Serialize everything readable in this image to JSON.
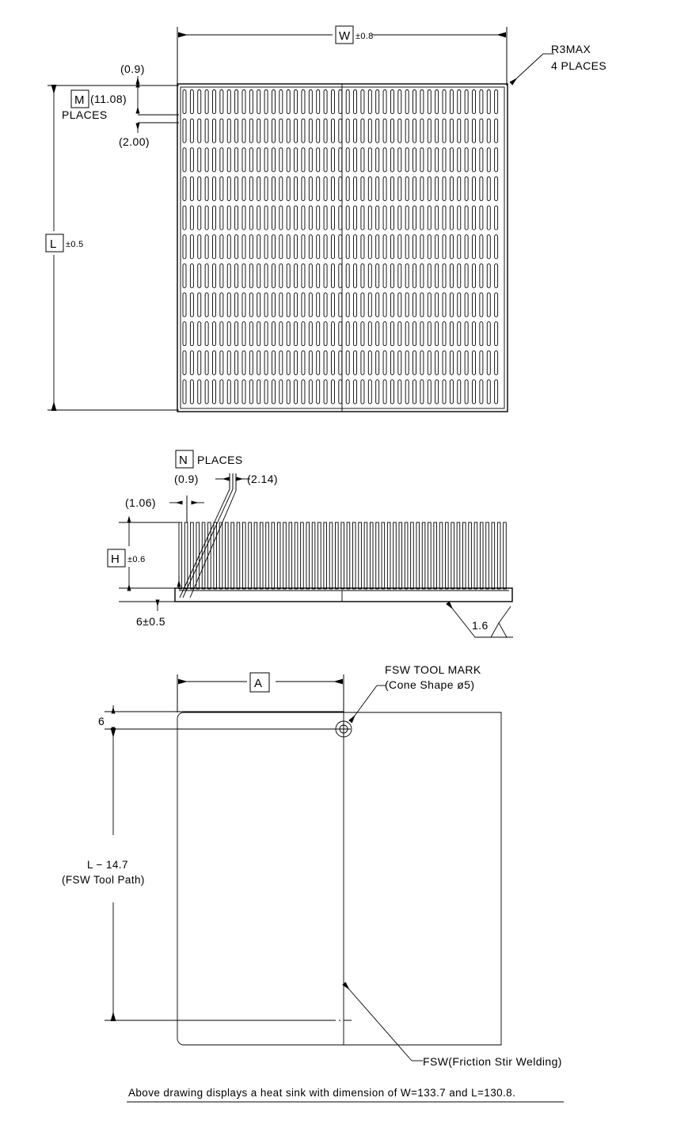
{
  "drawing": {
    "title": "Heat sink engineering drawing",
    "caption": "Above drawing displays a heat sink with dimension of W=133.7 and L=130.8.",
    "line_color": "#000000",
    "background_color": "#ffffff"
  },
  "top_view": {
    "name": "top-view",
    "width_dim": {
      "symbol": "W",
      "tolerance": "±0.8"
    },
    "length_dim": {
      "symbol": "L",
      "tolerance": "±0.5"
    },
    "fin_pitch_note": "(0.9)",
    "fin_row_note": "(2.00)",
    "places_symbol": "M",
    "places_value": "(11.08)",
    "places_label": "PLACES",
    "corner_note_line1": "R3MAX",
    "corner_note_line2": "4 PLACES",
    "fin_columns": 43,
    "fin_rows": 11
  },
  "side_view": {
    "name": "side-view",
    "places_symbol": "N",
    "places_label": "PLACES",
    "fin_thickness": "(0.9)",
    "fin_pitch": "(2.14)",
    "edge_offset": "(1.06)",
    "height_dim": {
      "symbol": "H",
      "tolerance": "±0.6"
    },
    "base_thickness": "6±0.5",
    "surface_finish": "1.6",
    "fin_count": 57
  },
  "bottom_view": {
    "name": "bottom-view",
    "a_dim": "A",
    "edge_dim": "6",
    "tool_path_line1": "L − 14.7",
    "tool_path_line2": "(FSW Tool Path)",
    "tool_mark_line1": "FSW TOOL MARK",
    "tool_mark_line2": "(Cone Shape ø5)",
    "fsw_label": "FSW(Friction Stir Welding)"
  }
}
